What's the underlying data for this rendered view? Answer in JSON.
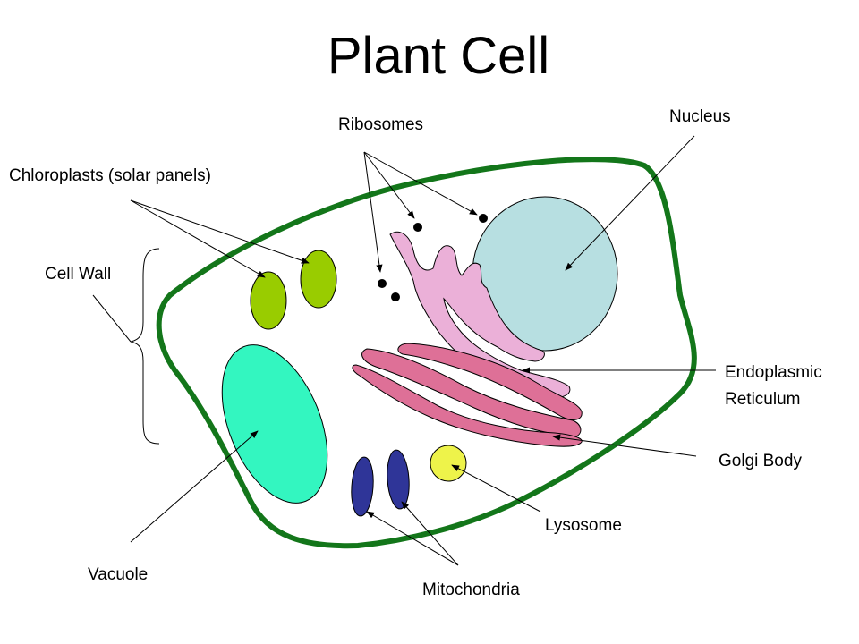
{
  "title": "Plant Cell",
  "labels": {
    "nucleus": "Nucleus",
    "ribosomes": "Ribosomes",
    "chloroplasts": "Chloroplasts (solar panels)",
    "cell_wall": "Cell Wall",
    "er_line1": "Endoplasmic",
    "er_line2": "Reticulum",
    "golgi": "Golgi Body",
    "lysosome": "Lysosome",
    "vacuole": "Vacuole",
    "mitochondria": "Mitochondria"
  },
  "colors": {
    "cell_wall": "#13761a",
    "nucleus": "#b7dfe1",
    "chloroplast": "#99cc00",
    "vacuole": "#33f6c0",
    "mitochondria": "#2f3598",
    "lysosome": "#eef34a",
    "er": "#ebb0d8",
    "golgi": "#de7097"
  }
}
